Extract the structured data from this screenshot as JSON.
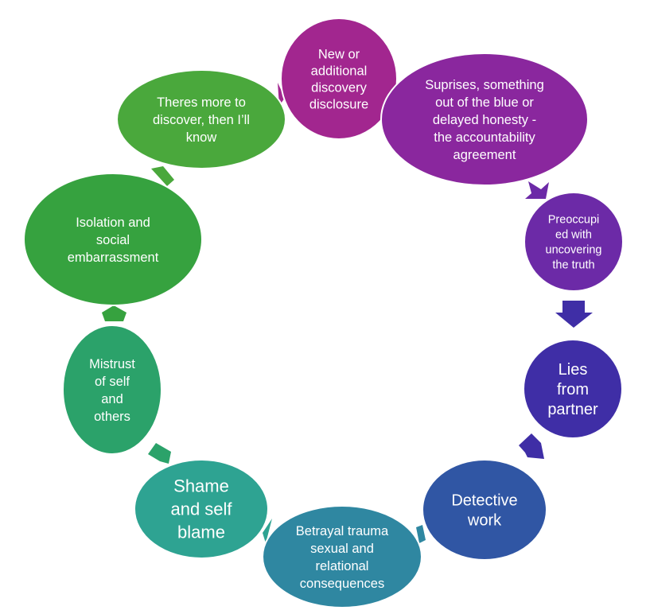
{
  "diagram": {
    "nodes": [
      {
        "id": "new-discovery",
        "lines": [
          "New or",
          "additional",
          "discovery",
          "disclosure"
        ],
        "color": "#a2268f"
      },
      {
        "id": "surprises",
        "lines": [
          "Suprises, something",
          "out of the blue or",
          "delayed honesty -",
          "the accountability",
          "agreement"
        ],
        "color": "#8a279e"
      },
      {
        "id": "preoccupied",
        "lines": [
          "Preoccupi",
          "ed with",
          "uncovering",
          "the truth"
        ],
        "color": "#6c2aa7"
      },
      {
        "id": "lies",
        "lines": [
          "Lies",
          "from",
          "partner"
        ],
        "color": "#3f2ea6"
      },
      {
        "id": "detective",
        "lines": [
          "Detective",
          "work"
        ],
        "color": "#3056a4"
      },
      {
        "id": "betrayal",
        "lines": [
          "Betrayal trauma",
          "sexual and",
          "relational",
          "consequences"
        ],
        "color": "#2f87a1"
      },
      {
        "id": "shame",
        "lines": [
          "Shame",
          "and self",
          "blame"
        ],
        "color": "#2ea392"
      },
      {
        "id": "mistrust",
        "lines": [
          "Mistrust",
          "of self",
          "and",
          "others"
        ],
        "color": "#2ba26a"
      },
      {
        "id": "isolation",
        "lines": [
          "Isolation and",
          "social",
          "embarrassment"
        ],
        "color": "#36a23f"
      },
      {
        "id": "more-to-discover",
        "lines": [
          "Theres more to",
          "discover, then I’ll",
          "know"
        ],
        "color": "#4aa83c"
      }
    ],
    "connector_colors": [
      "#a2268f",
      "#8a279e",
      "#6c2aa7",
      "#3f2ea6",
      "#3f2ea6",
      "#2f87a1",
      "#2ea392",
      "#2ba26a",
      "#36a23f",
      "#4aa83c"
    ]
  }
}
